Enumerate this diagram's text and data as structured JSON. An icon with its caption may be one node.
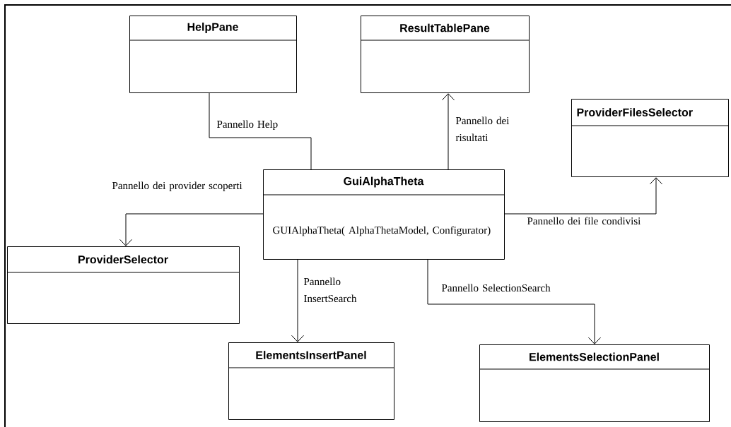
{
  "diagram": {
    "nodes": [
      {
        "text": [
          "HelpPane"
        ]
      },
      {
        "text": [
          "ResultTablePane"
        ]
      },
      {
        "text": [
          "ProviderFilesSelector"
        ]
      },
      {
        "text": [
          "GuiAlphaTheta",
          "GUIAlphaTheta( AlphaThetaModel, Configurator)"
        ]
      },
      {
        "text": [
          "ProviderSelector"
        ]
      },
      {
        "text": [
          "ElementsInsertPanel"
        ]
      },
      {
        "text": [
          "ElementsSelectionPanel"
        ]
      }
    ],
    "edges": [
      {
        "from": 3,
        "to": 0,
        "arrow": "none",
        "label": "Pannello Help"
      },
      {
        "from": 3,
        "to": 1,
        "arrow": "to",
        "label": "Pannello dei risultati"
      },
      {
        "from": 3,
        "to": 2,
        "arrow": "to",
        "label": "Pannello dei file condivisi"
      },
      {
        "from": 3,
        "to": 4,
        "arrow": "to",
        "label": "Pannello dei provider scoperti"
      },
      {
        "from": 3,
        "to": 5,
        "arrow": "to",
        "label": "Pannello InsertSearch"
      },
      {
        "from": 3,
        "to": 6,
        "arrow": "to",
        "label": "Pannello SelectionSearch"
      }
    ]
  }
}
